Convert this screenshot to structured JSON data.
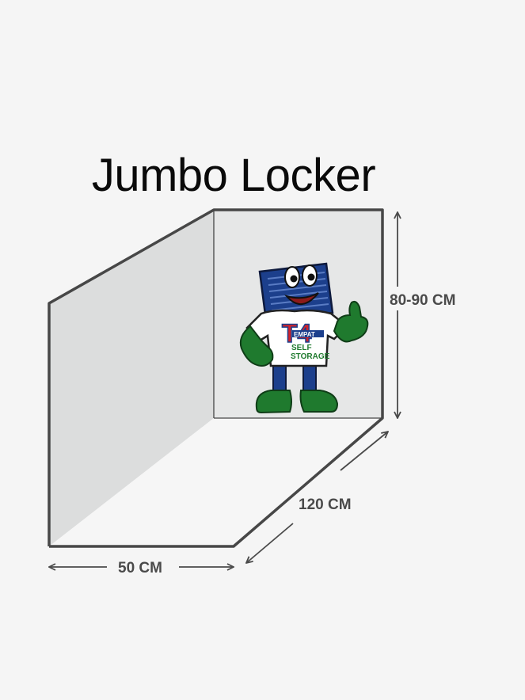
{
  "title": "Jumbo Locker",
  "dimensions": {
    "height_label": "80-90 CM",
    "depth_label": "120 CM",
    "width_label": "50 CM"
  },
  "mascot": {
    "logo_mark": "T4",
    "logo_line1": "EMPAT",
    "logo_line2": "SELF",
    "logo_line3": "STORAGE"
  },
  "colors": {
    "background": "#f5f5f5",
    "box_stroke": "#474747",
    "back_wall": "#e6e7e7",
    "side_wall": "#dcdddd",
    "floor": "#f5f5f5",
    "mascot_blue": "#1c3f8c",
    "mascot_green": "#1f7a2e",
    "logo_red": "#d2232a"
  }
}
